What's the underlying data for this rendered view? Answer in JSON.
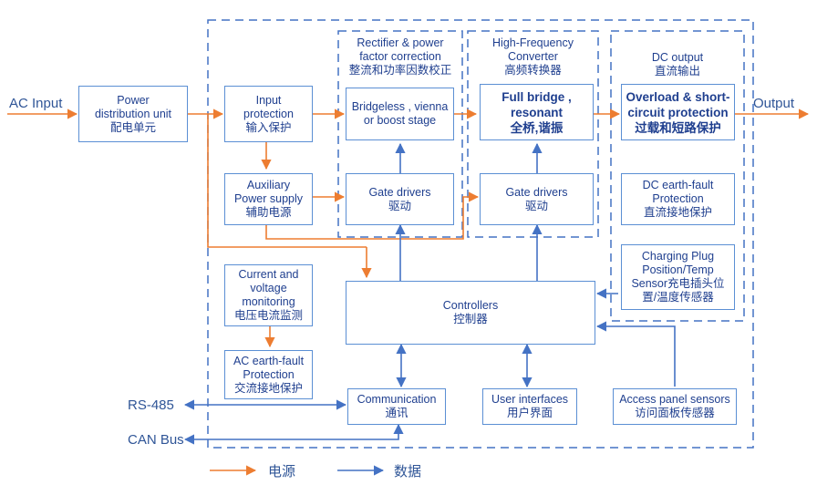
{
  "external": {
    "ac_input": "AC Input",
    "output": "Output",
    "rs485": "RS-485",
    "can_bus": "CAN Bus"
  },
  "groups": {
    "rectifier": {
      "line1": "Rectifier & power",
      "line2": "factor correction",
      "zh": "整流和功率因数校正"
    },
    "hf_converter": {
      "line1": "High-Frequency",
      "line2": "Converter",
      "zh": "高频转换器"
    },
    "dc_output": {
      "en": "DC output",
      "zh": "直流输出"
    }
  },
  "blocks": {
    "power_distribution": {
      "line1": "Power",
      "line2": "distribution unit",
      "zh": "配电单元"
    },
    "input_protection": {
      "line1": "Input",
      "line2": "protection",
      "zh": "输入保护"
    },
    "aux_power": {
      "line1": "Auxiliary",
      "line2": "Power supply",
      "zh": "辅助电源"
    },
    "current_voltage": {
      "line1": "Current and",
      "line2": "voltage",
      "line3": "monitoring",
      "zh": "电压电流监测"
    },
    "ac_earth_fault": {
      "line1": "AC earth-fault",
      "line2": "Protection",
      "zh": "交流接地保护"
    },
    "bridgeless": {
      "line1": "Bridgeless , vienna",
      "line2": "or boost stage"
    },
    "gate_drivers_1": {
      "en": "Gate drivers",
      "zh": "驱动"
    },
    "full_bridge": {
      "line1": "Full bridge ,",
      "line2": "resonant",
      "zh": "全桥,谐振"
    },
    "gate_drivers_2": {
      "en": "Gate drivers",
      "zh": "驱动"
    },
    "overload": {
      "line1": "Overload & short-",
      "line2": "circuit protection",
      "zh": "过载和短路保护"
    },
    "dc_earth_fault": {
      "line1": "DC earth-fault",
      "line2": "Protection",
      "zh": "直流接地保护"
    },
    "charging_plug": {
      "line1": "Charging Plug",
      "line2": "Position/Temp",
      "line3": "Sensor充电插头位",
      "line4": "置/温度传感器"
    },
    "controllers": {
      "en": "Controllers",
      "zh": "控制器"
    },
    "communication": {
      "en": "Communication",
      "zh": "通讯"
    },
    "user_interfaces": {
      "en": "User interfaces",
      "zh": "用户界面"
    },
    "access_panel": {
      "en": "Access panel sensors",
      "zh": "访问面板传感器"
    }
  },
  "legend": {
    "power": "电源",
    "data": "数据"
  },
  "colors": {
    "power": "#ed7d31",
    "data": "#4472c4",
    "box_border": "#5b8fd4",
    "text": "#1f3f8f"
  }
}
